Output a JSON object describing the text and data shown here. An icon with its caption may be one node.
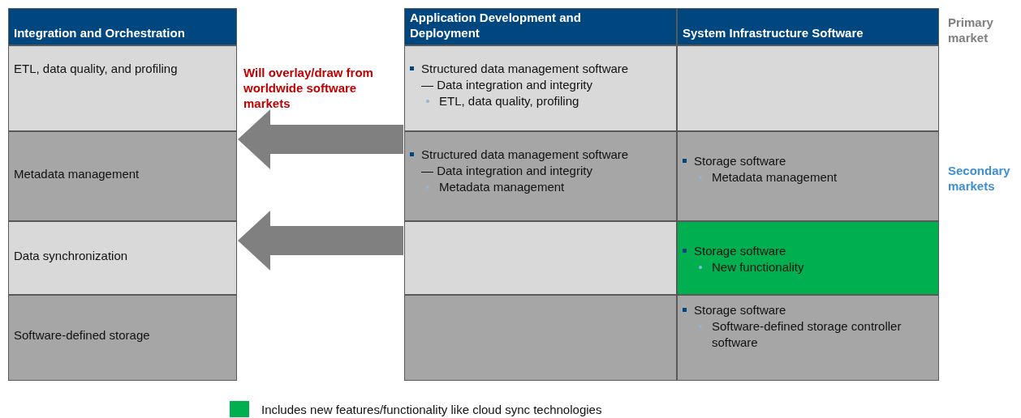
{
  "diagram": {
    "nodes": [
      {
        "text": [
          "Integration and Orchestration"
        ]
      },
      {
        "text": [
          "ETL, data quality, and profiling"
        ]
      },
      {
        "text": [
          "Metadata management"
        ]
      },
      {
        "text": [
          "Data synchronization"
        ]
      },
      {
        "text": [
          "Software-defined storage"
        ]
      },
      {
        "text": [
          "Application Development and Deployment"
        ]
      },
      {
        "text": [
          "System Infrastructure Software"
        ]
      },
      {
        "text": [
          "Structured data management software",
          "— Data integration and integrity",
          "ETL, data quality, profiling"
        ]
      },
      {
        "text": [],
        "shape": "box"
      },
      {
        "text": [
          "Structured data management software",
          "— Data integration and integrity",
          "Metadata management"
        ]
      },
      {
        "text": [
          "Storage software",
          "Metadata management"
        ]
      },
      {
        "text": [],
        "shape": "box"
      },
      {
        "text": [
          "Storage software",
          "New functionality"
        ]
      },
      {
        "text": [],
        "shape": "box"
      },
      {
        "text": [
          "Storage software",
          "Software-defined storage controller software"
        ]
      }
    ],
    "edges": [
      {
        "from": 9,
        "to": 2,
        "arrow": "to"
      },
      {
        "from": 11,
        "to": 3,
        "arrow": "to"
      }
    ],
    "labels": [
      "Will overlay/draw from worldwide software markets",
      "Primary market",
      "Secondary markets"
    ],
    "legend": [
      {
        "text": "Includes new features/functionality like cloud sync technologies",
        "color": "#00b050"
      }
    ]
  }
}
